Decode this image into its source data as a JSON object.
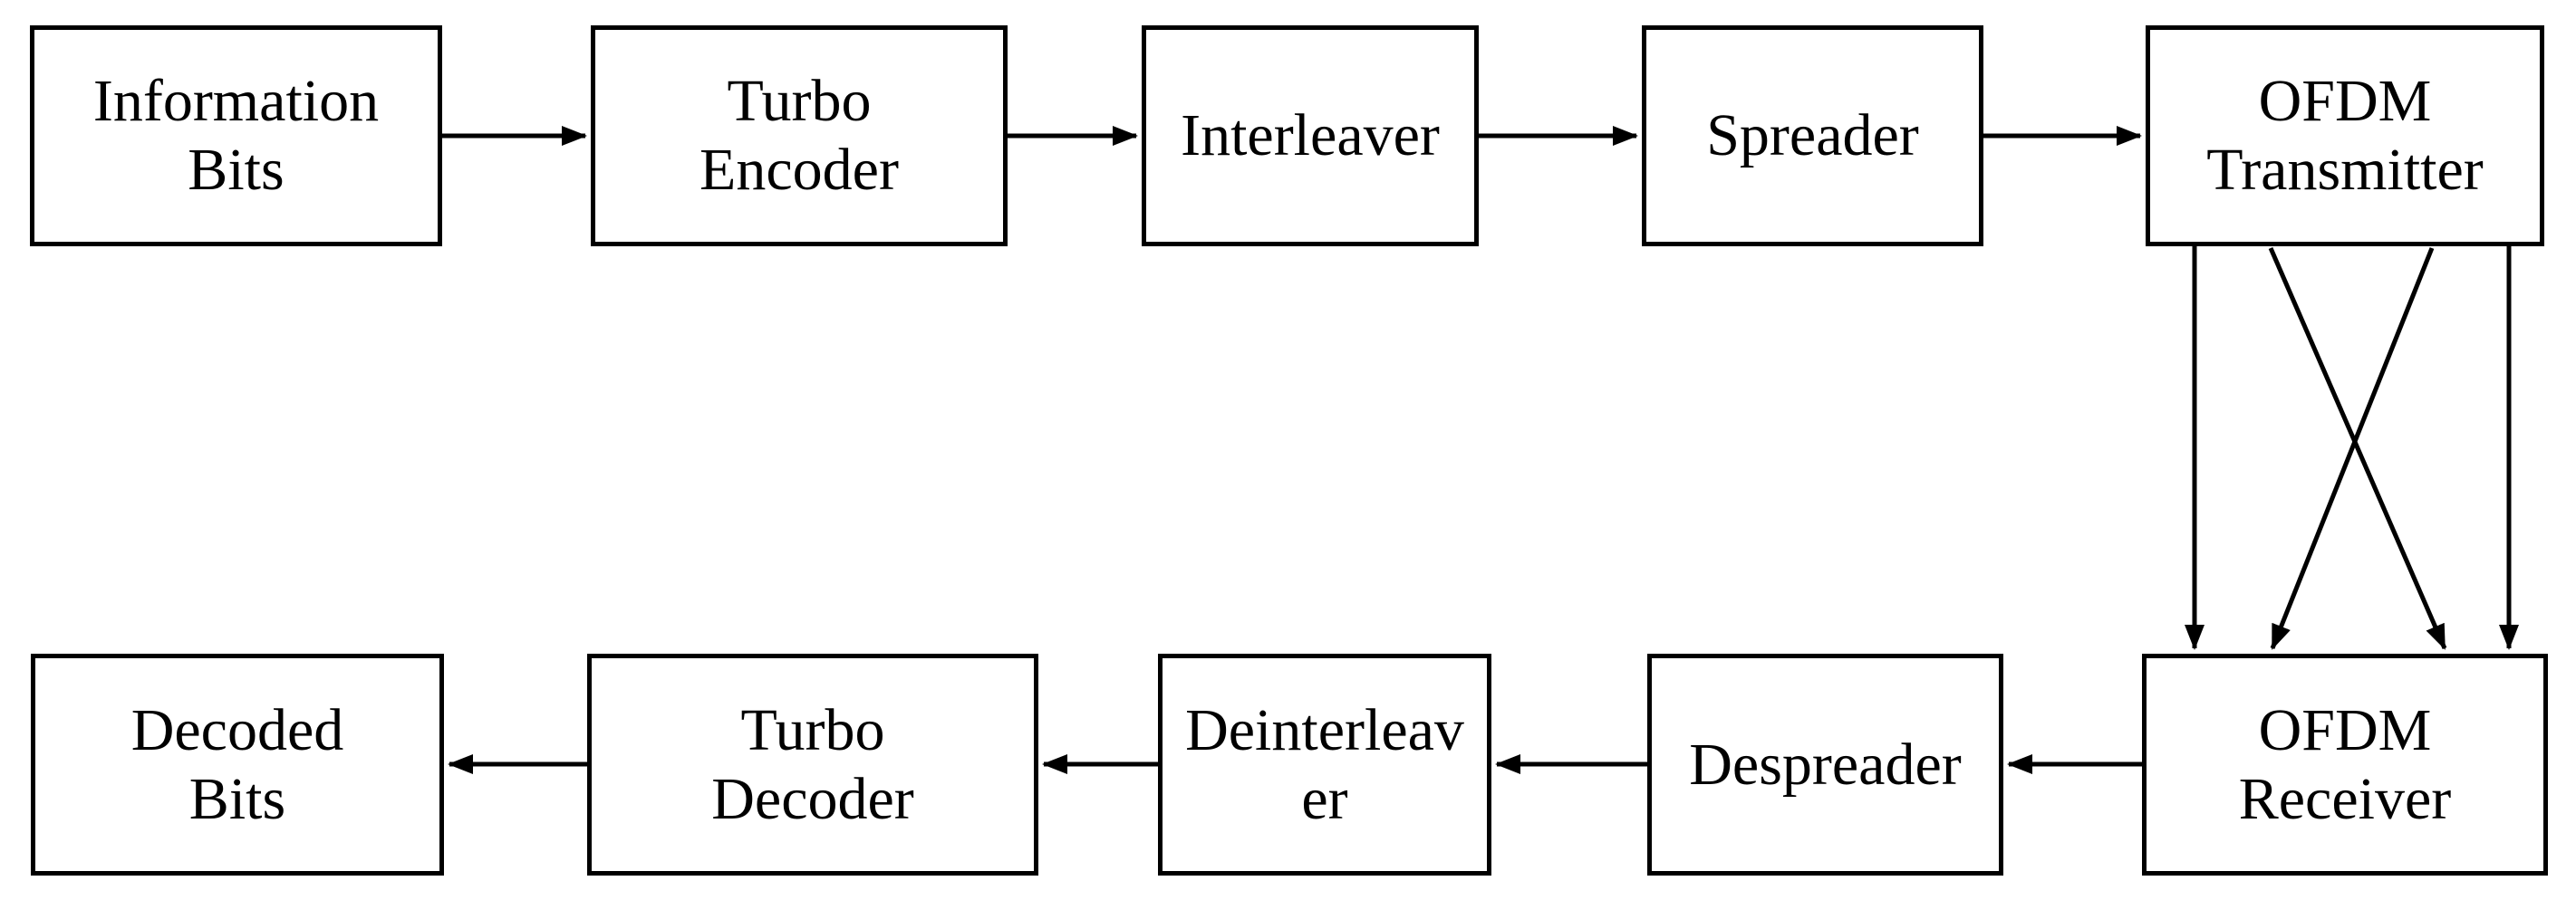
{
  "diagram": {
    "background_color": "#ffffff",
    "line_color": "#000000",
    "box_border_color": "#000000",
    "text_color": "#000000",
    "nodes": [
      {
        "id": "information-bits",
        "label": "Information Bits",
        "lines": [
          "Information",
          "Bits"
        ]
      },
      {
        "id": "turbo-encoder",
        "label": "Turbo Encoder",
        "lines": [
          "Turbo",
          "Encoder"
        ]
      },
      {
        "id": "interleaver",
        "label": "Interleaver",
        "lines": [
          "Interleaver"
        ]
      },
      {
        "id": "spreader",
        "label": "Spreader",
        "lines": [
          "Spreader"
        ]
      },
      {
        "id": "ofdm-transmitter",
        "label": "OFDM Transmitter",
        "lines": [
          "OFDM",
          "Transmitter"
        ]
      },
      {
        "id": "ofdm-receiver",
        "label": "OFDM Receiver",
        "lines": [
          "OFDM",
          "Receiver"
        ]
      },
      {
        "id": "despreader",
        "label": "Despreader",
        "lines": [
          "Despreader"
        ]
      },
      {
        "id": "deinterleaver",
        "label": "Deinterleaver",
        "lines": [
          "Deinterleav",
          "er"
        ]
      },
      {
        "id": "turbo-decoder",
        "label": "Turbo Decoder",
        "lines": [
          "Turbo",
          "Decoder"
        ]
      },
      {
        "id": "decoded-bits",
        "label": "Decoded Bits",
        "lines": [
          "Decoded",
          "Bits"
        ]
      }
    ],
    "edges": [
      {
        "from": "information-bits",
        "to": "turbo-encoder",
        "direction": "right"
      },
      {
        "from": "turbo-encoder",
        "to": "interleaver",
        "direction": "right"
      },
      {
        "from": "interleaver",
        "to": "spreader",
        "direction": "right"
      },
      {
        "from": "spreader",
        "to": "ofdm-transmitter",
        "direction": "right"
      },
      {
        "from": "ofdm-transmitter",
        "to": "ofdm-receiver",
        "direction": "down",
        "path": "vertical-left"
      },
      {
        "from": "ofdm-transmitter",
        "to": "ofdm-receiver",
        "direction": "down",
        "path": "diagonal-to-right"
      },
      {
        "from": "ofdm-transmitter",
        "to": "ofdm-receiver",
        "direction": "down",
        "path": "diagonal-to-left"
      },
      {
        "from": "ofdm-transmitter",
        "to": "ofdm-receiver",
        "direction": "down",
        "path": "vertical-right"
      },
      {
        "from": "ofdm-receiver",
        "to": "despreader",
        "direction": "left"
      },
      {
        "from": "despreader",
        "to": "deinterleaver",
        "direction": "left"
      },
      {
        "from": "deinterleaver",
        "to": "turbo-decoder",
        "direction": "left"
      },
      {
        "from": "turbo-decoder",
        "to": "decoded-bits",
        "direction": "left"
      }
    ]
  }
}
